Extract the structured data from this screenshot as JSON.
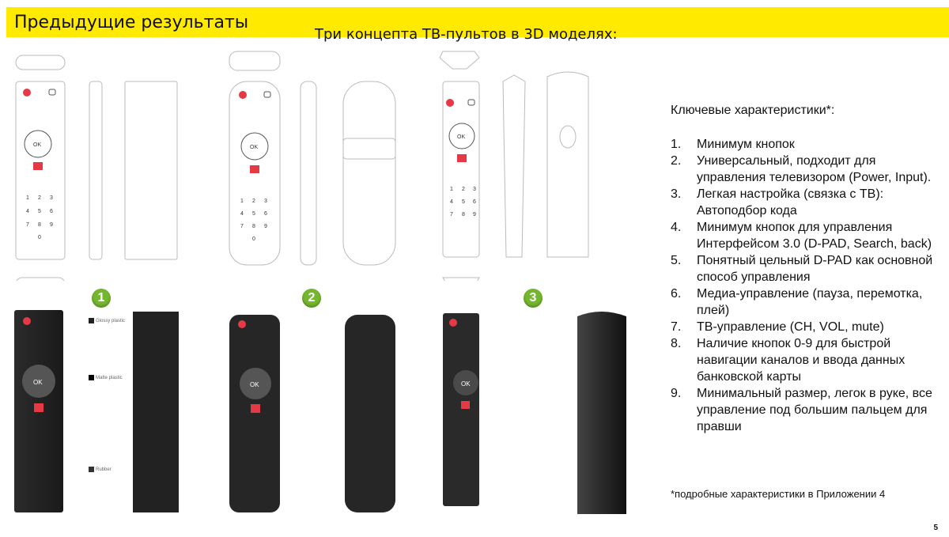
{
  "header": {
    "title": "Предыдущие результаты",
    "subtitle": "Три концепта ТВ-пультов в 3D моделях:"
  },
  "concepts": [
    {
      "number": "1"
    },
    {
      "number": "2"
    },
    {
      "number": "3"
    }
  ],
  "remote_buttons": {
    "ok": "OK",
    "digits": [
      "1",
      "2",
      "3",
      "4",
      "5",
      "6",
      "7",
      "8",
      "9",
      "0"
    ]
  },
  "materials": {
    "glossy": "Glossy plastic",
    "matte": "Matte plastic",
    "rubber": "Rubber"
  },
  "characteristics": {
    "title": "Ключевые характеристики*:",
    "items": [
      {
        "n": "1.",
        "text": "Минимум кнопок"
      },
      {
        "n": "2.",
        "text": "Универсальный, подходит для управления телевизором (Power, Input)."
      },
      {
        "n": "3.",
        "text": "Легкая настройка (связка с ТВ): Автоподбор кода"
      },
      {
        "n": "4.",
        "text": "Минимум кнопок для управления Интерфейсом 3.0 (D-PAD, Search, back)"
      },
      {
        "n": "5.",
        "text": "Понятный цельный D-PAD как основной способ управления"
      },
      {
        "n": "6.",
        "text": "Медиа-управление (пауза, перемотка, плей)"
      },
      {
        "n": "7.",
        "text": "ТВ-управление (CH, VOL, mute)"
      },
      {
        "n": "8.",
        "text": "Наличие кнопок 0-9 для быстрой навигации каналов и ввода данных банковской карты"
      },
      {
        "n": "9.",
        "text": "Минимальный размер, легок в руке, все управление под большим пальцем для правши"
      }
    ]
  },
  "footnote": "*подробные характеристики в Приложении 4",
  "page_number": "5",
  "colors": {
    "accent": "#ffea00",
    "badge": "#74b72e",
    "power": "#e63946"
  }
}
